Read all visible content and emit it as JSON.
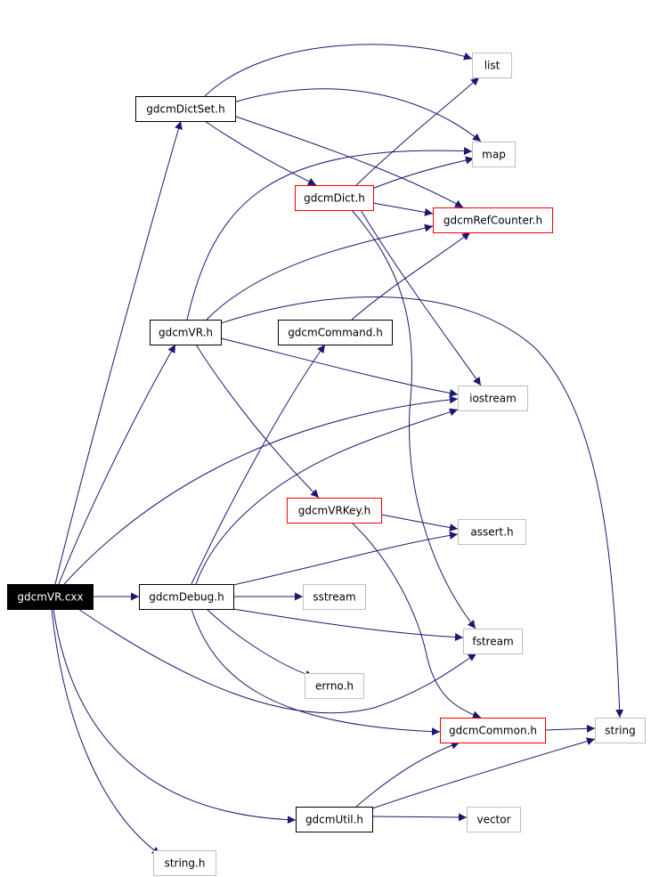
{
  "colors": {
    "edge": "#191970",
    "border_normal": "#000000",
    "border_missing": "#bfbfbf",
    "border_truncated": "#ff0000",
    "root_fill": "#000000",
    "root_text": "#ffffff"
  },
  "nodes": [
    {
      "id": "gdcmVR_cxx",
      "label": "gdcmVR.cxx",
      "style": "root"
    },
    {
      "id": "gdcmDictSet_h",
      "label": "gdcmDictSet.h",
      "style": "normal"
    },
    {
      "id": "gdcmDict_h",
      "label": "gdcmDict.h",
      "style": "truncated"
    },
    {
      "id": "gdcmRefCounter_h",
      "label": "gdcmRefCounter.h",
      "style": "truncated"
    },
    {
      "id": "gdcmVR_h",
      "label": "gdcmVR.h",
      "style": "normal"
    },
    {
      "id": "gdcmCommand_h",
      "label": "gdcmCommand.h",
      "style": "normal"
    },
    {
      "id": "gdcmVRKey_h",
      "label": "gdcmVRKey.h",
      "style": "truncated"
    },
    {
      "id": "gdcmDebug_h",
      "label": "gdcmDebug.h",
      "style": "normal"
    },
    {
      "id": "gdcmCommon_h",
      "label": "gdcmCommon.h",
      "style": "truncated"
    },
    {
      "id": "gdcmUtil_h",
      "label": "gdcmUtil.h",
      "style": "normal"
    },
    {
      "id": "list",
      "label": "list",
      "style": "missing"
    },
    {
      "id": "map",
      "label": "map",
      "style": "missing"
    },
    {
      "id": "iostream",
      "label": "iostream",
      "style": "missing"
    },
    {
      "id": "assert_h",
      "label": "assert.h",
      "style": "missing"
    },
    {
      "id": "sstream",
      "label": "sstream",
      "style": "missing"
    },
    {
      "id": "fstream",
      "label": "fstream",
      "style": "missing"
    },
    {
      "id": "errno_h",
      "label": "errno.h",
      "style": "missing"
    },
    {
      "id": "string",
      "label": "string",
      "style": "missing"
    },
    {
      "id": "vector",
      "label": "vector",
      "style": "missing"
    },
    {
      "id": "string_h",
      "label": "string.h",
      "style": "missing"
    }
  ],
  "edges": [
    {
      "from": "gdcmVR_cxx",
      "to": "gdcmDictSet_h"
    },
    {
      "from": "gdcmVR_cxx",
      "to": "gdcmVR_h"
    },
    {
      "from": "gdcmVR_cxx",
      "to": "iostream"
    },
    {
      "from": "gdcmVR_cxx",
      "to": "gdcmDebug_h"
    },
    {
      "from": "gdcmVR_cxx",
      "to": "fstream"
    },
    {
      "from": "gdcmVR_cxx",
      "to": "gdcmUtil_h"
    },
    {
      "from": "gdcmVR_cxx",
      "to": "string_h"
    },
    {
      "from": "gdcmDictSet_h",
      "to": "list"
    },
    {
      "from": "gdcmDictSet_h",
      "to": "map"
    },
    {
      "from": "gdcmDictSet_h",
      "to": "gdcmDict_h"
    },
    {
      "from": "gdcmDictSet_h",
      "to": "gdcmRefCounter_h"
    },
    {
      "from": "gdcmDict_h",
      "to": "list"
    },
    {
      "from": "gdcmDict_h",
      "to": "map"
    },
    {
      "from": "gdcmDict_h",
      "to": "gdcmRefCounter_h"
    },
    {
      "from": "gdcmDict_h",
      "to": "iostream"
    },
    {
      "from": "gdcmDict_h",
      "to": "fstream"
    },
    {
      "from": "gdcmVR_h",
      "to": "map"
    },
    {
      "from": "gdcmVR_h",
      "to": "gdcmRefCounter_h"
    },
    {
      "from": "gdcmVR_h",
      "to": "string"
    },
    {
      "from": "gdcmVR_h",
      "to": "iostream"
    },
    {
      "from": "gdcmVR_h",
      "to": "gdcmVRKey_h"
    },
    {
      "from": "gdcmCommand_h",
      "to": "gdcmRefCounter_h"
    },
    {
      "from": "gdcmVRKey_h",
      "to": "assert_h"
    },
    {
      "from": "gdcmVRKey_h",
      "to": "gdcmCommon_h"
    },
    {
      "from": "gdcmDebug_h",
      "to": "gdcmCommand_h"
    },
    {
      "from": "gdcmDebug_h",
      "to": "iostream"
    },
    {
      "from": "gdcmDebug_h",
      "to": "assert_h"
    },
    {
      "from": "gdcmDebug_h",
      "to": "sstream"
    },
    {
      "from": "gdcmDebug_h",
      "to": "fstream"
    },
    {
      "from": "gdcmDebug_h",
      "to": "errno_h"
    },
    {
      "from": "gdcmDebug_h",
      "to": "gdcmCommon_h"
    },
    {
      "from": "gdcmCommon_h",
      "to": "string"
    },
    {
      "from": "gdcmUtil_h",
      "to": "gdcmCommon_h"
    },
    {
      "from": "gdcmUtil_h",
      "to": "string"
    },
    {
      "from": "gdcmUtil_h",
      "to": "vector"
    }
  ]
}
